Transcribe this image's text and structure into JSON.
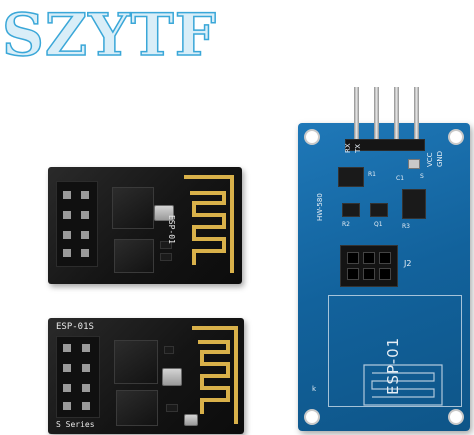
{
  "watermark": {
    "text": "SZYTF"
  },
  "colors": {
    "watermark_fill": "#d9eef8",
    "watermark_stroke": "#3aa7d8",
    "pcb_black": "#141414",
    "pcb_blue": "#12629c",
    "antenna_gold": "#d9b14a"
  },
  "board_esp01": {
    "antenna_label": "ESP-01"
  },
  "board_esp01s": {
    "model_label": "ESP-01S",
    "series_label": "S Series"
  },
  "adapter": {
    "model_code": "HW-580",
    "pin_labels": [
      "RX",
      "TX",
      "VCC",
      "GND"
    ],
    "labels": {
      "r1": "R1",
      "r2": "R2",
      "c1": "C1",
      "s": "S",
      "q1": "Q1",
      "r3": "R3",
      "j2": "J2",
      "name": "ESP-01",
      "k": "k"
    }
  }
}
